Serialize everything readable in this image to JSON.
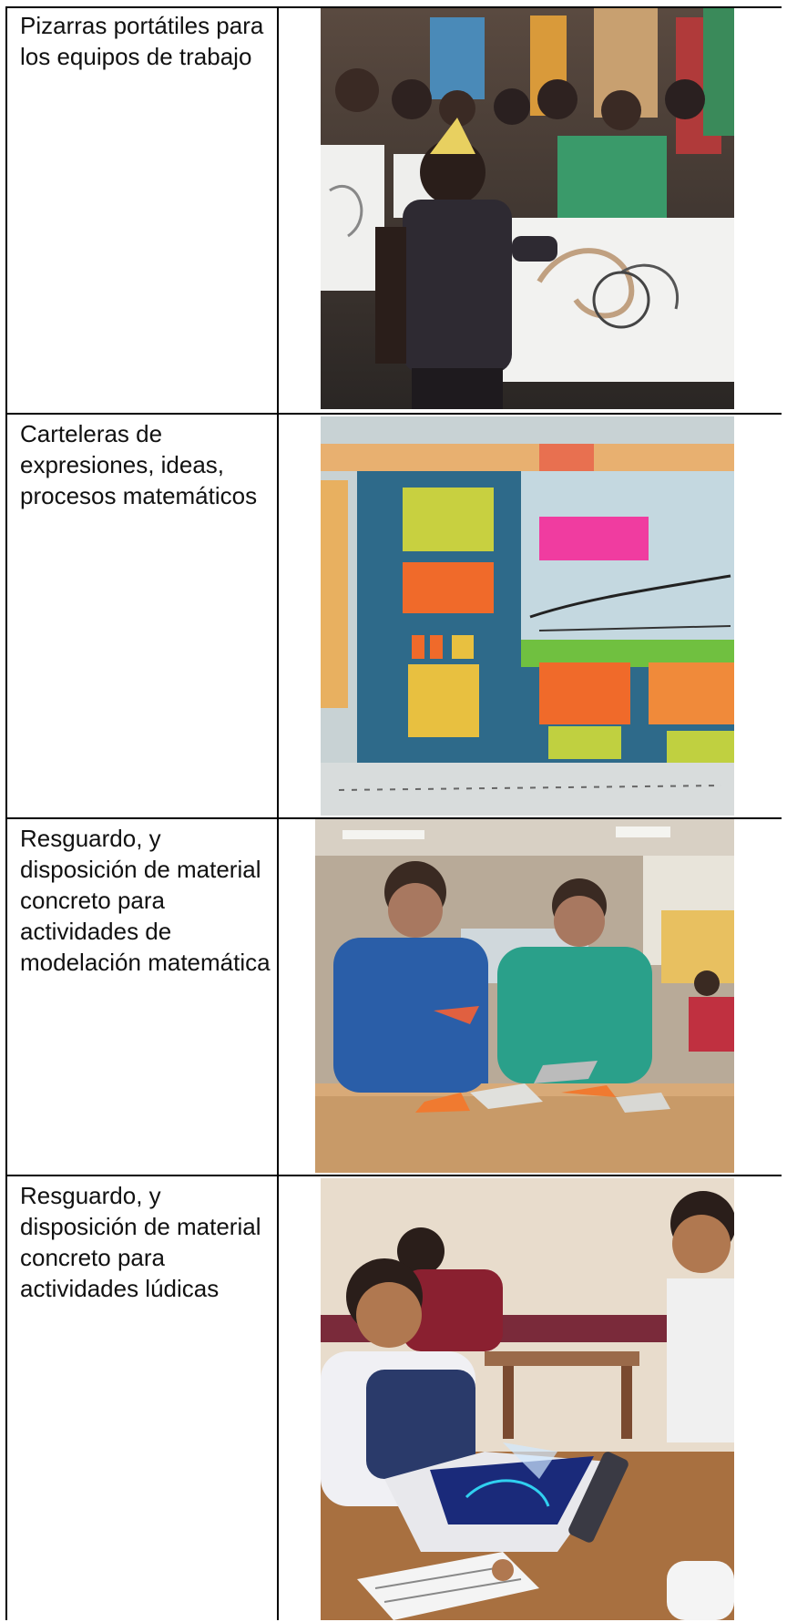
{
  "rows": [
    {
      "label": "Pizarras portátiles para los equipos de trabajo",
      "image": "students-drawing-on-portable-whiteboards"
    },
    {
      "label": "Carteleras de expresiones, ideas, procesos matemáticos",
      "image": "math-poster-board"
    },
    {
      "label": "Resguardo, y disposición de material concreto para actividades de modelación matemática",
      "image": "students-modeling-with-paper-shapes"
    },
    {
      "label": "Resguardo, y disposición de material concreto para actividades lúdicas",
      "image": "children-playing-game-at-table"
    }
  ]
}
